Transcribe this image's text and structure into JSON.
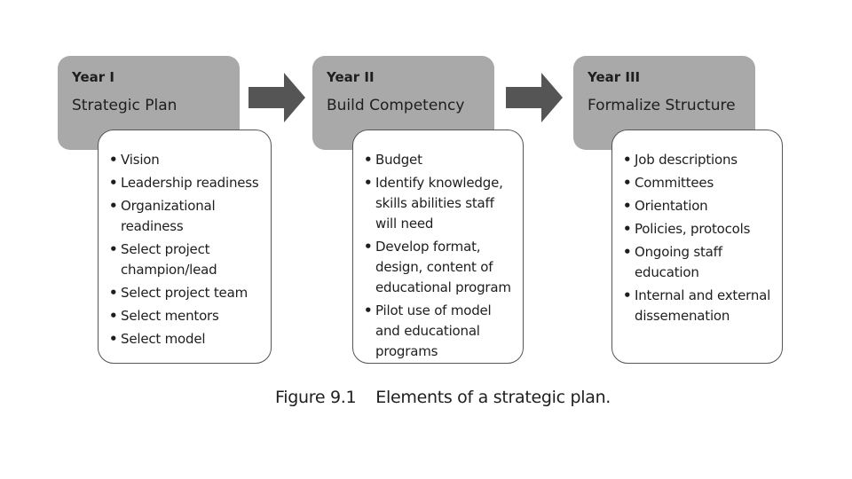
{
  "columns": [
    {
      "year": "Year I",
      "phase": "Strategic Plan",
      "items": [
        "Vision",
        "Leadership readiness",
        "Organizational readiness",
        "Select project champion/lead",
        "Select project team",
        "Select mentors",
        "Select model"
      ]
    },
    {
      "year": "Year II",
      "phase": "Build Competency",
      "items": [
        "Budget",
        "Identify knowledge, skills abilities staff will need",
        "Develop format, design, content of educational program",
        "Pilot use of model and educational programs"
      ]
    },
    {
      "year": "Year III",
      "phase": "Formalize Structure",
      "items": [
        "Job descriptions",
        "Committees",
        "Orientation",
        "Policies, protocols",
        "Ongoing staff education",
        "Internal and external dissemenation"
      ]
    }
  ],
  "caption": {
    "number": "Figure 9.1",
    "text": "Elements of a strategic plan."
  },
  "colors": {
    "header": "#a9a9a9",
    "arrow": "#555555",
    "border": "#555555"
  }
}
